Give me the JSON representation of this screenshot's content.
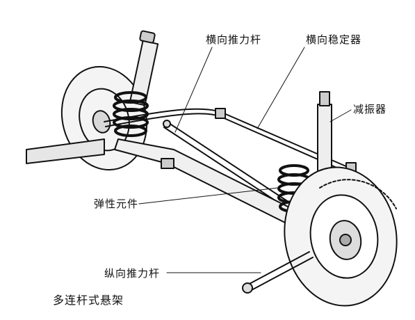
{
  "labels": {
    "lateral_thrust_rod": "横向推力杆",
    "lateral_stabilizer": "横向稳定器",
    "shock_absorber": "减振器",
    "elastic_element": "弹性元件",
    "longitudinal_thrust_rod": "纵向推力杆"
  },
  "caption": "多连杆式悬架"
}
